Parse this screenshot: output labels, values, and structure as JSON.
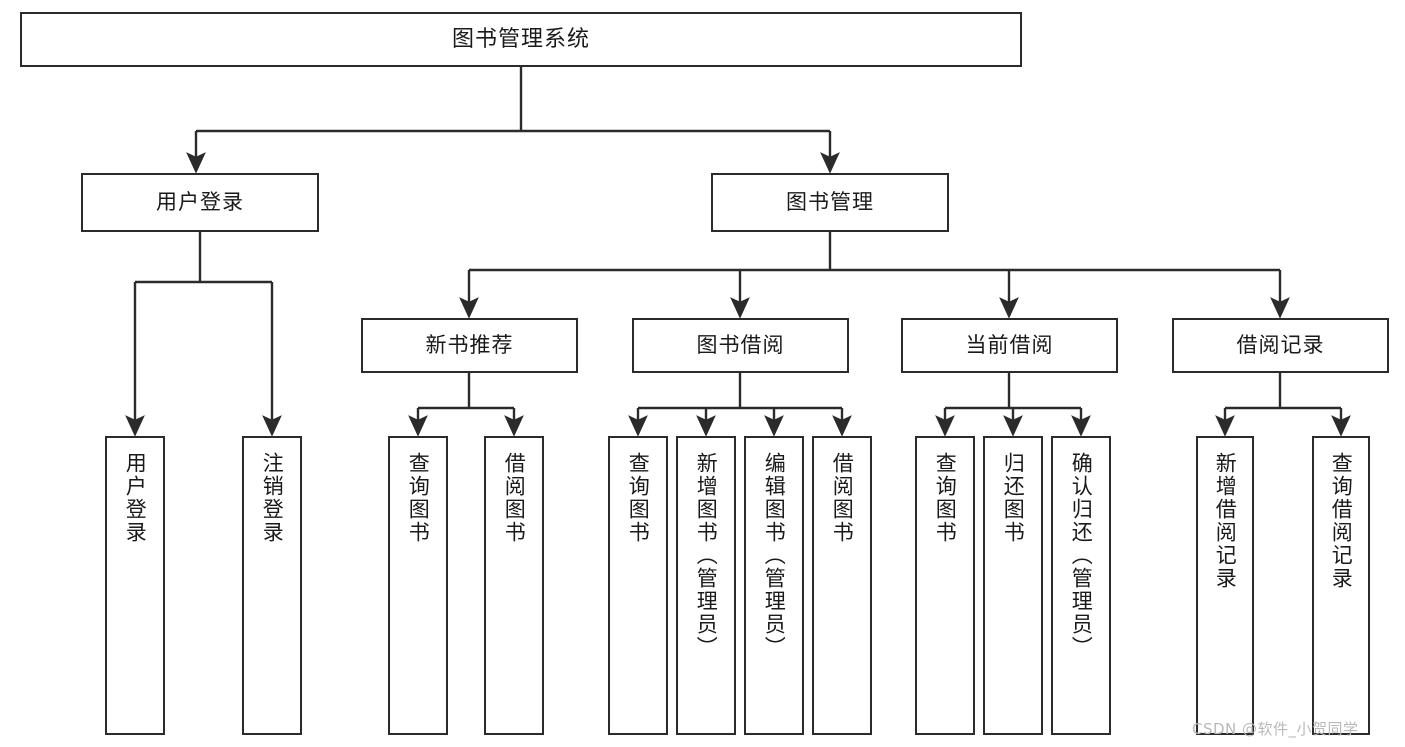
{
  "diagram": {
    "type": "tree",
    "title": "图书管理系统",
    "orientation": "top-down",
    "colors": {
      "box_border": "#2b2b2b",
      "box_fill": "#ffffff",
      "edge": "#2b2b2b",
      "text": "#1a1a1a",
      "watermark": "#b9b9b9",
      "background": "#ffffff"
    },
    "nodes": {
      "root": {
        "label": "图书管理系统"
      },
      "level1": [
        {
          "id": "user-login",
          "label": "用户登录"
        },
        {
          "id": "book-manage",
          "label": "图书管理"
        }
      ],
      "level2": [
        {
          "id": "new-book-rec",
          "label": "新书推荐"
        },
        {
          "id": "book-borrow",
          "label": "图书借阅"
        },
        {
          "id": "current-borrow",
          "label": "当前借阅"
        },
        {
          "id": "borrow-record",
          "label": "借阅记录"
        }
      ],
      "leaves": {
        "user-login": [
          {
            "id": "leaf-user-login",
            "label": "用户登录"
          },
          {
            "id": "leaf-user-logout",
            "label": "注销登录"
          }
        ],
        "new-book-rec": [
          {
            "id": "leaf-query-book-1",
            "label": "查询图书"
          },
          {
            "id": "leaf-borrow-book-1",
            "label": "借阅图书"
          }
        ],
        "book-borrow": [
          {
            "id": "leaf-query-book-2",
            "label": "查询图书"
          },
          {
            "id": "leaf-add-book",
            "label": "新增图书（管理员）"
          },
          {
            "id": "leaf-edit-book",
            "label": "编辑图书（管理员）"
          },
          {
            "id": "leaf-borrow-book-2",
            "label": "借阅图书"
          }
        ],
        "current-borrow": [
          {
            "id": "leaf-query-book-3",
            "label": "查询图书"
          },
          {
            "id": "leaf-return-book",
            "label": "归还图书"
          },
          {
            "id": "leaf-confirm-return",
            "label": "确认归还（管理员）"
          }
        ],
        "borrow-record": [
          {
            "id": "leaf-add-record",
            "label": "新增借阅记录"
          },
          {
            "id": "leaf-query-record",
            "label": "查询借阅记录"
          }
        ]
      }
    }
  },
  "watermark": {
    "text": "CSDN @软件_小贺同学"
  }
}
